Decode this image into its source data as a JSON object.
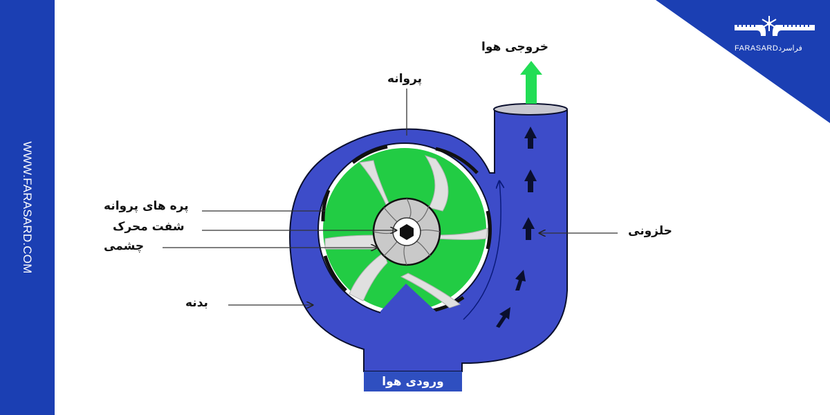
{
  "brand": {
    "website": "WWW.FARASARD.COM",
    "logo_text": "FARASARDفراسرد",
    "logo_icon": "snowflake-gears-icon",
    "primary_color": "#1b3fb3"
  },
  "diagram": {
    "title": "Centrifugal fan components",
    "labels": {
      "outlet": "خروجی هوا",
      "impeller": "پروانه",
      "impeller_blades": "پره های پروانه",
      "motor_shaft": "شفت محرک",
      "eye": "چشمی",
      "housing": "بدنه",
      "volute": "حلزونی",
      "inlet": "ورودی هوا"
    },
    "colors": {
      "housing": "#3d4cc9",
      "impeller_fill": "#22cc44",
      "outlet_arrow": "#22dd55",
      "blade_gray": "#d8d8d8",
      "flow_arrows": "#0a0f2e"
    }
  }
}
